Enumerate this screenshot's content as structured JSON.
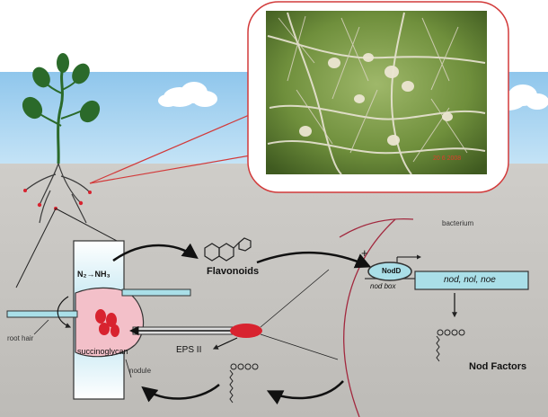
{
  "labels": {
    "flavonoids": "Flavonoids",
    "bacterium": "bacterium",
    "nodd": "NodD",
    "nod_box": "nod box",
    "genes": "nod, nol, noe",
    "nod_factors": "Nod Factors",
    "eps": "EPS II",
    "succinoglycan": "succinoglycan",
    "nodule": "nodule",
    "root_hair": "root hair",
    "n2": "N₂→NH₃",
    "plus": "+"
  },
  "photo": {
    "date_stamp": "20  6 2008"
  },
  "colors": {
    "sky": "#a9d4f0",
    "soil": "#c7c5c1",
    "photo_border": "#d23a3a",
    "bacterium_line": "#a2283e",
    "bacteroid_red": "#d8232f",
    "nodule_pink": "#f3c0c9",
    "gene_box": "#aadfe8",
    "leaf_green": "#2b6a2a"
  }
}
